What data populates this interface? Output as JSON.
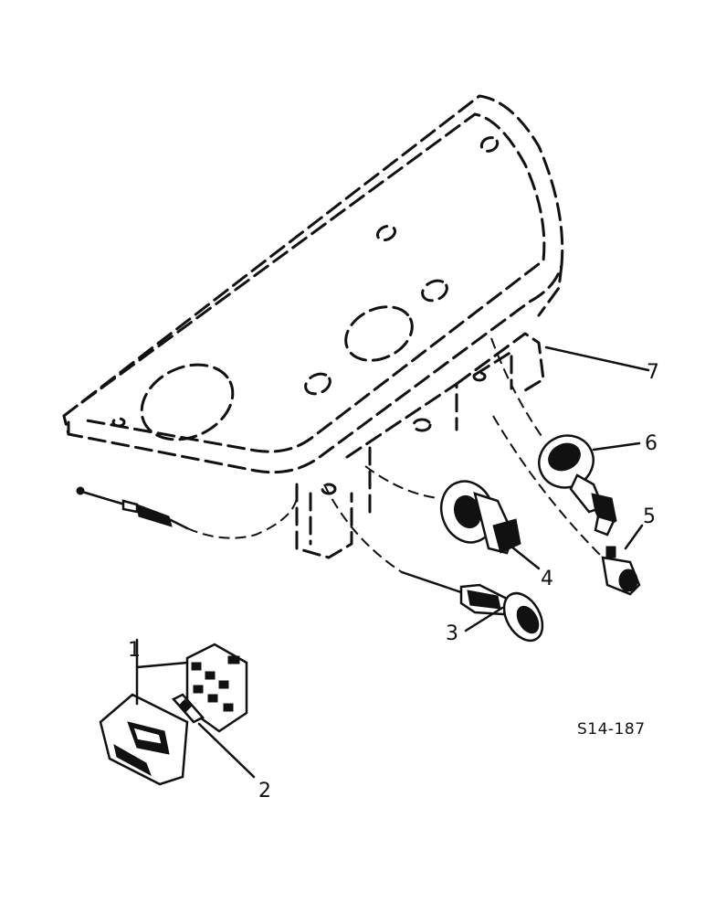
{
  "diagram": {
    "reference_code": "S14-187",
    "callouts": [
      {
        "id": 1,
        "label": "1"
      },
      {
        "id": 2,
        "label": "2"
      },
      {
        "id": 3,
        "label": "3"
      },
      {
        "id": 4,
        "label": "4"
      },
      {
        "id": 5,
        "label": "5"
      },
      {
        "id": 6,
        "label": "6"
      },
      {
        "id": 7,
        "label": "7"
      }
    ],
    "line_color": "#111111",
    "background": "#ffffff"
  }
}
